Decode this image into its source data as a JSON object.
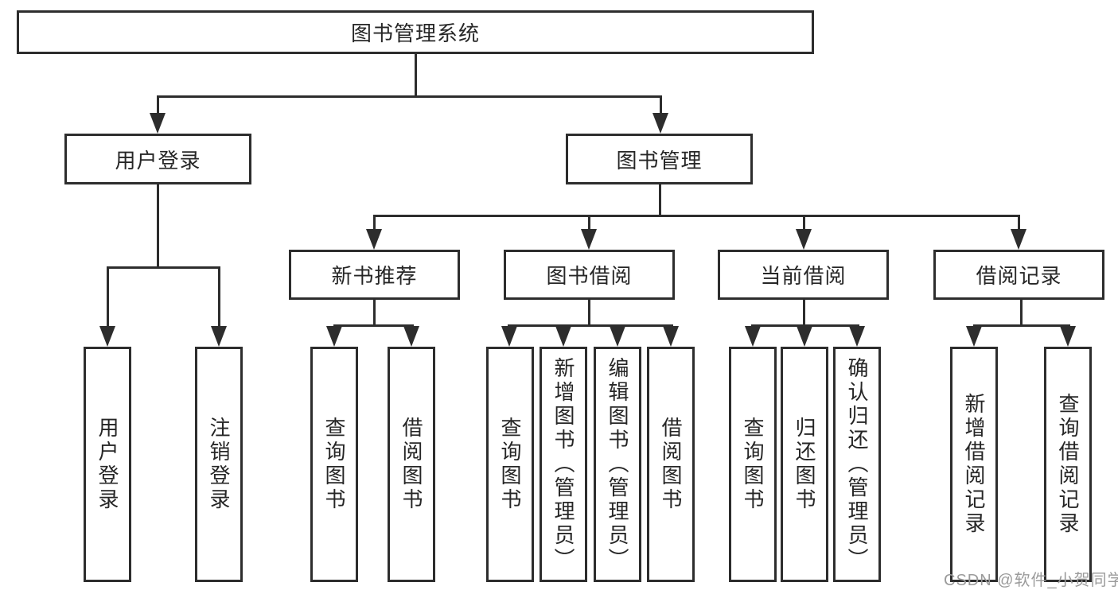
{
  "diagram": {
    "root": {
      "label": "图书管理系统"
    },
    "level2": [
      {
        "label": "用户登录"
      },
      {
        "label": "图书管理"
      }
    ],
    "level3": [
      {
        "label": "新书推荐"
      },
      {
        "label": "图书借阅"
      },
      {
        "label": "当前借阅"
      },
      {
        "label": "借阅记录"
      }
    ],
    "leaves": {
      "user_login": [
        {
          "label": "用户登录"
        },
        {
          "label": "注销登录"
        }
      ],
      "new_books": [
        {
          "label": "查询图书"
        },
        {
          "label": "借阅图书"
        }
      ],
      "book_borrow": [
        {
          "label": "查询图书"
        },
        {
          "label": "新增图书（管理员）"
        },
        {
          "label": "编辑图书（管理员）"
        },
        {
          "label": "借阅图书"
        }
      ],
      "current_borrow": [
        {
          "label": "查询图书"
        },
        {
          "label": "归还图书"
        },
        {
          "label": "确认归还（管理员）"
        }
      ],
      "borrow_records": [
        {
          "label": "新增借阅记录"
        },
        {
          "label": "查询借阅记录"
        }
      ]
    },
    "watermark": "CSDN @软件_小贺同学",
    "colors": {
      "line": "#2d2d2d",
      "text": "#262626",
      "box_border": "#2d2d2d",
      "background": "#ffffff",
      "watermark": "#9b9b9b"
    }
  }
}
